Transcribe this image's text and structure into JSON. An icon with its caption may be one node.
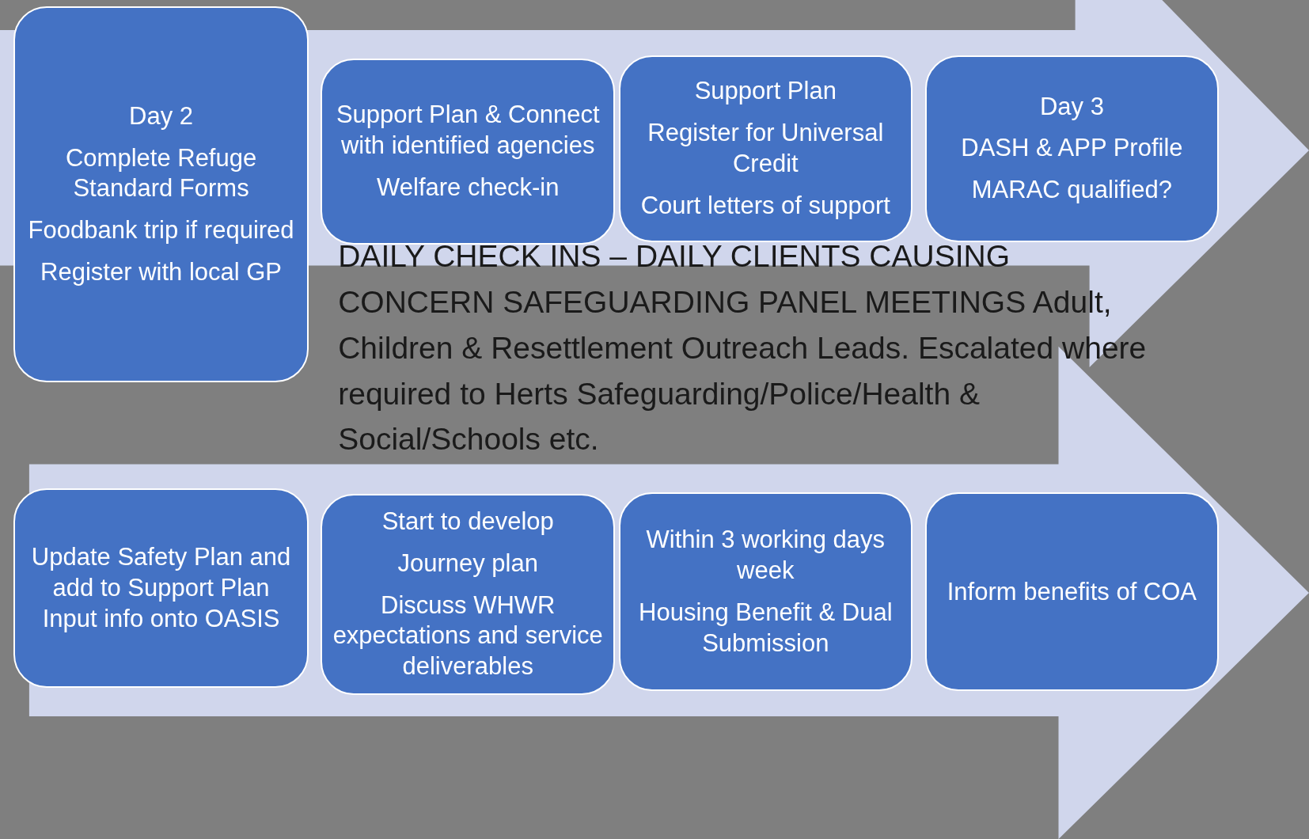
{
  "diagram": {
    "nodes": [
      {
        "text": [
          "Day 2",
          "Complete Refuge Standard Forms",
          "Foodbank trip if required",
          "Register with local GP"
        ]
      },
      {
        "text": [
          "Support Plan & Connect with identified agencies",
          "Welfare check-in"
        ]
      },
      {
        "text": [
          "Support Plan",
          "Register for Universal Credit",
          "Court letters of support"
        ]
      },
      {
        "text": [
          "Day 3",
          "DASH & APP Profile",
          "MARAC qualified?"
        ]
      },
      {
        "text": [
          "Update Safety Plan and add to Support Plan Input info onto OASIS"
        ]
      },
      {
        "text": [
          "Start to develop",
          "Journey plan",
          "Discuss WHWR expectations and service deliverables"
        ]
      },
      {
        "text": [
          "Within 3 working days week",
          "Housing Benefit & Dual Submission"
        ]
      },
      {
        "text": [
          "Inform benefits of COA"
        ]
      }
    ],
    "labels": [
      "DAILY CHECK INS – DAILY CLIENTS CAUSING CONCERN SAFEGUARDING PANEL MEETINGS Adult, Children & Resettlement Outreach Leads. Escalated where required to Herts Safeguarding/Police/Health & Social/Schools etc."
    ]
  }
}
